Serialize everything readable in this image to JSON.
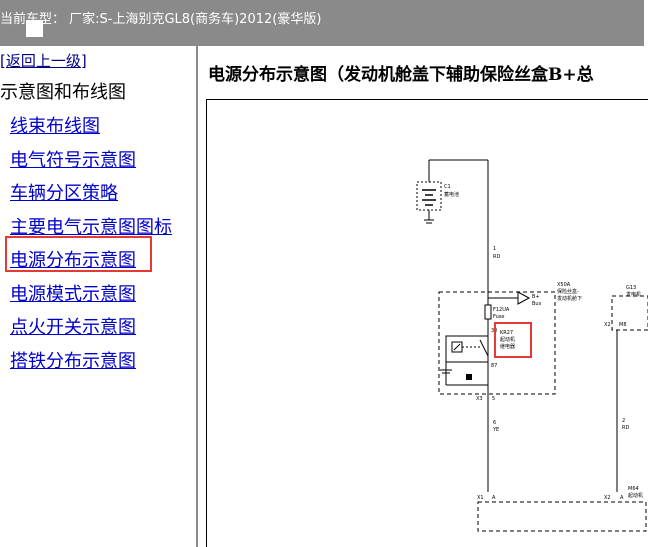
{
  "window": {
    "title": "当前车型：  厂家:S-上海别克GL8(商务车)2012(豪华版)"
  },
  "sidebar": {
    "back_label": "[返回上一级]",
    "section_title": "示意图和布线图",
    "items": [
      {
        "label": "线束布线图"
      },
      {
        "label": "电气符号示意图"
      },
      {
        "label": "车辆分区策略"
      },
      {
        "label": "主要电气示意图图标"
      },
      {
        "label": "电源分布示意图"
      },
      {
        "label": "电源模式示意图"
      },
      {
        "label": "点火开关示意图"
      },
      {
        "label": "搭铁分布示意图"
      }
    ],
    "selected_index": 4,
    "highlight_color": "#e53935"
  },
  "main": {
    "title": "电源分布示意图（发动机舱盖下辅助保险丝盒B+总"
  },
  "diagram": {
    "battery_id": "C1",
    "battery_name": "蓄电池",
    "wire1_num": "1",
    "wire1_color": "RD",
    "fuse_box_id": "X50A",
    "fuse_box_name_1": "保险丝盒-",
    "fuse_box_name_2": "发动机舱下",
    "fuse_id": "F12UA",
    "fuse_label": "Fuse",
    "bus_label_1": "B+",
    "bus_label_2": "Bus",
    "relay_pin_top": "30",
    "relay_id": "KR27",
    "relay_name_1": "起动机",
    "relay_name_2": "继电器",
    "relay_pin_bottom": "87",
    "conn_x3": "X3",
    "conn_x3_pin": "5",
    "wire6_num": "6",
    "wire6_color": "YE",
    "gen_id": "G13",
    "gen_name": "发电机",
    "conn_x2_top": "X2",
    "conn_m8": "M8",
    "wire2_num": "2",
    "wire2_color": "RD",
    "conn_x1": "X1",
    "conn_x1_pin": "A",
    "conn_x2_bot": "X2",
    "conn_x2_bot_pin": "A",
    "starter_id": "M64",
    "starter_name": "起动机",
    "highlight_color": "#e53935"
  },
  "colors": {
    "titlebar": "#8a8a8a",
    "link": "#0000cc"
  }
}
